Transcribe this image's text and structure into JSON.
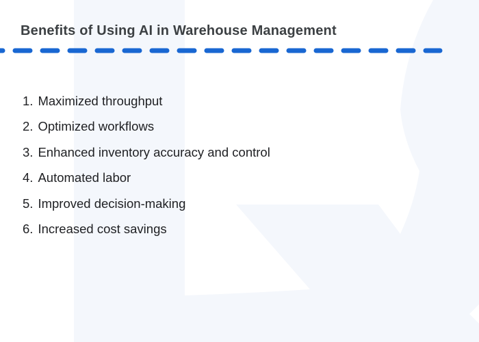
{
  "header": {
    "title": "Benefits of Using AI in Warehouse Management"
  },
  "list": {
    "items": [
      {
        "number": "1.",
        "text": "Maximized throughput"
      },
      {
        "number": "2.",
        "text": "Optimized workflows"
      },
      {
        "number": "3.",
        "text": "Enhanced inventory accuracy and control"
      },
      {
        "number": "4.",
        "text": "Automated labor"
      },
      {
        "number": "5.",
        "text": "Improved decision-making"
      },
      {
        "number": "6.",
        "text": "Increased cost savings"
      }
    ]
  },
  "colors": {
    "background": "#ffffff",
    "watermark_logo": "#f4f7fc",
    "divider_blue": "#1967d2",
    "title_text": "#3c4043",
    "body_text": "#202124"
  }
}
